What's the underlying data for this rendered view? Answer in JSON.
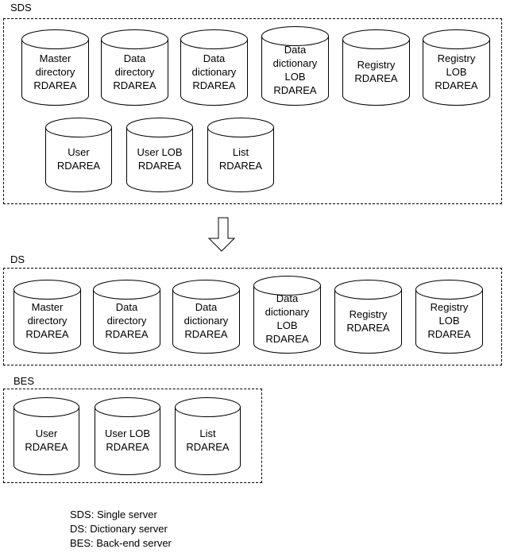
{
  "colors": {
    "ink": "#000000",
    "paper": "#ffffff"
  },
  "sections": {
    "sds": {
      "label": "SDS",
      "rows": [
        {
          "cylinders": [
            [
              "Master",
              "directory",
              "RDAREA"
            ],
            [
              "Data",
              "directory",
              "RDAREA"
            ],
            [
              "Data",
              "dictionary",
              "RDAREA"
            ],
            [
              "Data",
              "dictionary",
              "LOB",
              "RDAREA"
            ],
            [
              "Registry",
              "RDAREA"
            ],
            [
              "Registry",
              "LOB",
              "RDAREA"
            ]
          ]
        },
        {
          "cylinders": [
            [
              "User",
              "RDAREA"
            ],
            [
              "User LOB",
              "RDAREA"
            ],
            [
              "List",
              "RDAREA"
            ]
          ]
        }
      ]
    },
    "ds": {
      "label": "DS",
      "rows": [
        {
          "cylinders": [
            [
              "Master",
              "directory",
              "RDAREA"
            ],
            [
              "Data",
              "directory",
              "RDAREA"
            ],
            [
              "Data",
              "dictionary",
              "RDAREA"
            ],
            [
              "Data",
              "dictionary",
              "LOB",
              "RDAREA"
            ],
            [
              "Registry",
              "RDAREA"
            ],
            [
              "Registry",
              "LOB",
              "RDAREA"
            ]
          ]
        }
      ]
    },
    "bes": {
      "label": "BES",
      "rows": [
        {
          "cylinders": [
            [
              "User",
              "RDAREA"
            ],
            [
              "User LOB",
              "RDAREA"
            ],
            [
              "List",
              "RDAREA"
            ]
          ]
        }
      ]
    }
  },
  "arrow": {
    "direction": "down"
  },
  "legend": [
    "SDS: Single server",
    "DS: Dictionary server",
    "BES: Back-end server"
  ]
}
